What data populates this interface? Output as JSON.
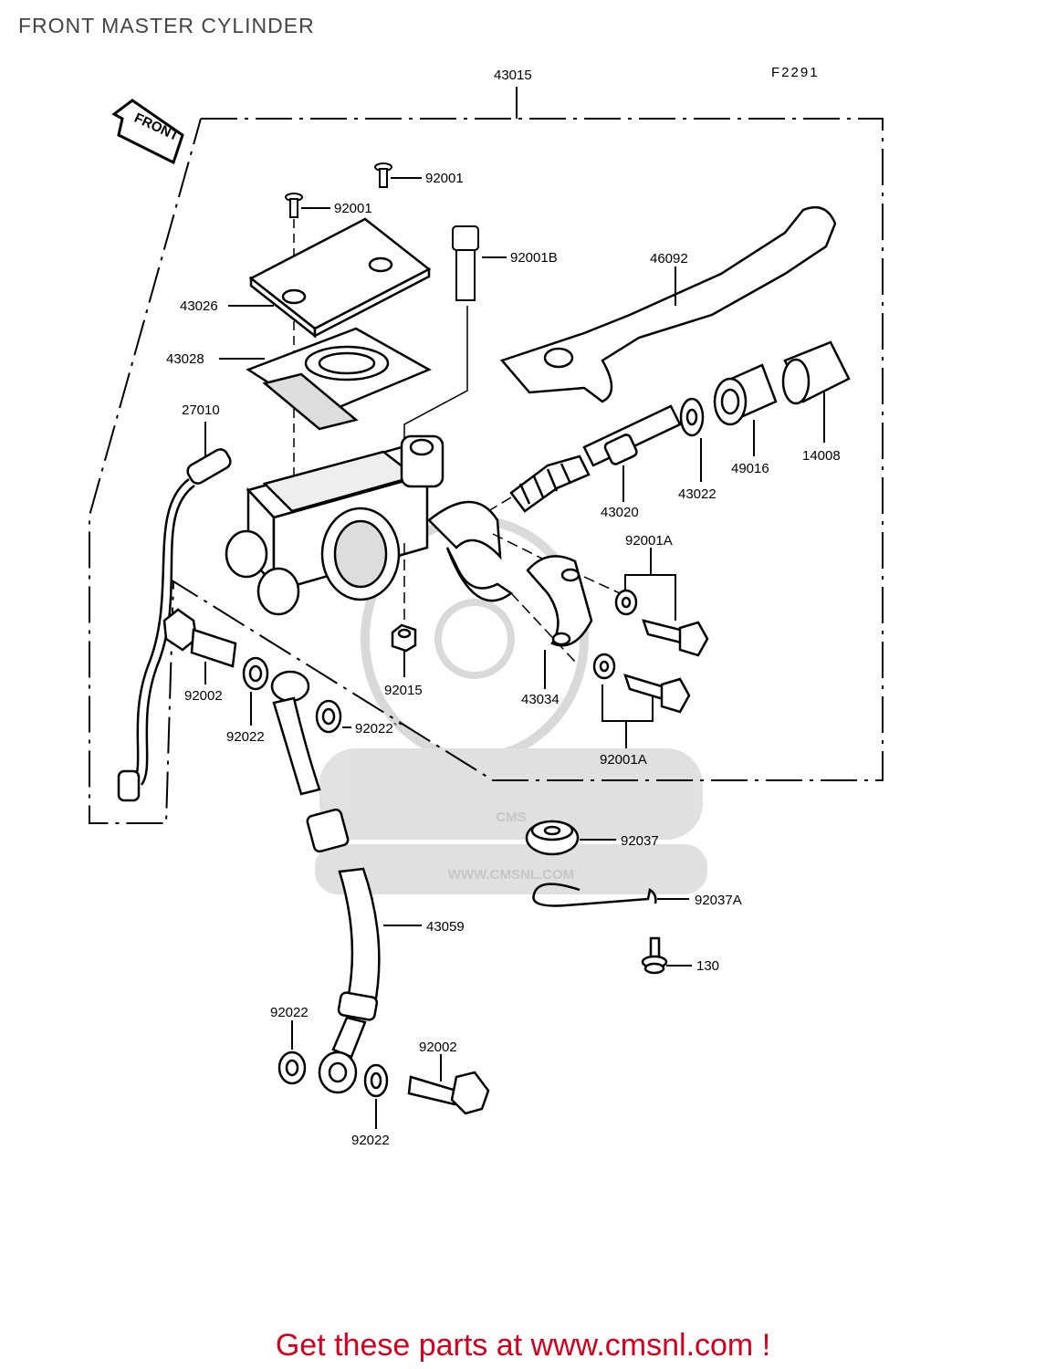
{
  "page": {
    "title": "FRONT MASTER CYLINDER",
    "figure_code": "F2291",
    "front_label": "FRONT",
    "footer": "Get these parts at www.cmsnl.com !"
  },
  "watermark": {
    "brand": "CMS",
    "url": "WWW.CMSNL.COM"
  },
  "parts": {
    "p43015": "43015",
    "p92001_top": "92001",
    "p92001_cap": "92001",
    "p92001B": "92001B",
    "p46092": "46092",
    "p43026": "43026",
    "p43028": "43028",
    "p27010": "27010",
    "p49016": "49016",
    "p14008": "14008",
    "p43022": "43022",
    "p43020": "43020",
    "p92001A_upper": "92001A",
    "p92001A_lower": "92001A",
    "p92015": "92015",
    "p43034": "43034",
    "p92002_upper": "92002",
    "p92022_left": "92022",
    "p92022_right": "92022``",
    "p92037": "92037",
    "p92037A": "92037A",
    "p43059": "43059",
    "p130": "130",
    "p92022_lower_left": "92022",
    "p92002_lower": "92002",
    "p92022_bottom": "92022"
  }
}
